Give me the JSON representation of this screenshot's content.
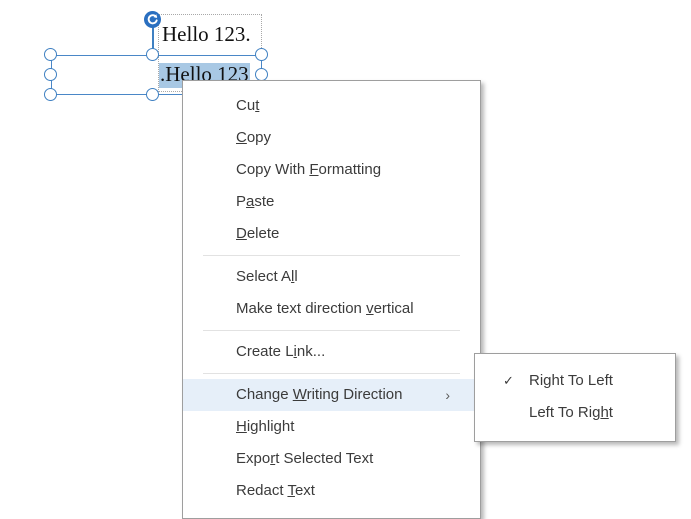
{
  "document": {
    "lines": [
      {
        "text": "Hello 123.",
        "selected": false
      },
      {
        "text": ".Hello 123",
        "selected": true
      }
    ],
    "selection": {
      "rotation_handle_icon": "rotate-icon",
      "handle_count": 8
    }
  },
  "context_menu": {
    "items": [
      {
        "name": "cut",
        "pre": "Cu",
        "accel": "t",
        "post": "",
        "type": "item",
        "highlighted": false,
        "submenu": false
      },
      {
        "name": "copy",
        "pre": "",
        "accel": "C",
        "post": "opy",
        "type": "item",
        "highlighted": false,
        "submenu": false
      },
      {
        "name": "copy-with-formatting",
        "pre": "Copy With ",
        "accel": "F",
        "post": "ormatting",
        "type": "item",
        "highlighted": false,
        "submenu": false
      },
      {
        "name": "paste",
        "pre": "P",
        "accel": "a",
        "post": "ste",
        "type": "item",
        "highlighted": false,
        "submenu": false
      },
      {
        "name": "delete",
        "pre": "",
        "accel": "D",
        "post": "elete",
        "type": "item",
        "highlighted": false,
        "submenu": false
      },
      {
        "type": "separator"
      },
      {
        "name": "select-all",
        "pre": "Select A",
        "accel": "l",
        "post": "l",
        "type": "item",
        "highlighted": false,
        "submenu": false
      },
      {
        "name": "make-text-direction-vertical",
        "pre": "Make text direction ",
        "accel": "v",
        "post": "ertical",
        "type": "item",
        "highlighted": false,
        "submenu": false
      },
      {
        "type": "separator"
      },
      {
        "name": "create-link",
        "pre": "Create L",
        "accel": "i",
        "post": "nk...",
        "type": "item",
        "highlighted": false,
        "submenu": false
      },
      {
        "type": "separator"
      },
      {
        "name": "change-writing-direction",
        "pre": "Change ",
        "accel": "W",
        "post": "riting Direction",
        "type": "item",
        "highlighted": true,
        "submenu": true
      },
      {
        "name": "highlight",
        "pre": "",
        "accel": "H",
        "post": "ighlight",
        "type": "item",
        "highlighted": false,
        "submenu": false
      },
      {
        "name": "export-selected-text",
        "pre": "Expo",
        "accel": "r",
        "post": "t Selected Text",
        "type": "item",
        "highlighted": false,
        "submenu": false
      },
      {
        "name": "redact-text",
        "pre": "Redact ",
        "accel": "T",
        "post": "ext",
        "type": "item",
        "highlighted": false,
        "submenu": false
      }
    ],
    "submenu_arrow_glyph": "›"
  },
  "submenu": {
    "check_glyph": "✓",
    "items": [
      {
        "name": "right-to-left",
        "pre": "Ri",
        "accel": "g",
        "post": "ht To Left",
        "checked": true
      },
      {
        "name": "left-to-right",
        "pre": "Left To Rig",
        "accel": "h",
        "post": "t",
        "checked": false
      }
    ]
  },
  "colors": {
    "accent": "#3f80c2",
    "rotate_handle": "#2a6fc0",
    "text_selection": "#a8c8e4",
    "menu_highlight": "#e6eff9",
    "menu_border": "#9e9e9e",
    "menu_text": "#3b3b3b"
  }
}
